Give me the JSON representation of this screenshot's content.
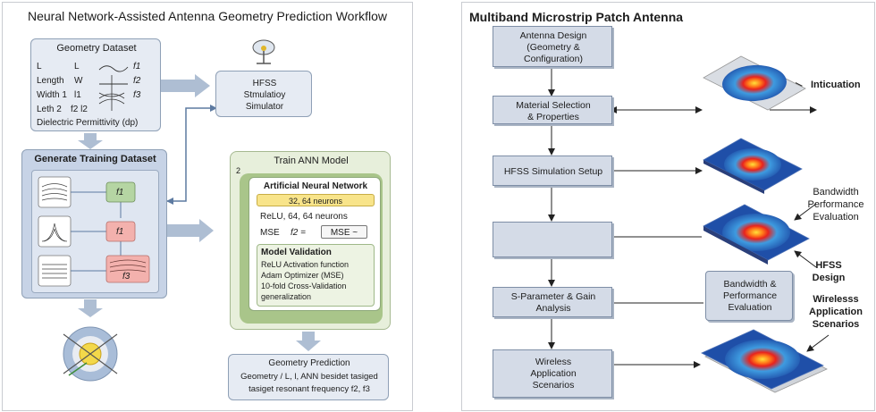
{
  "left": {
    "title": "Neural Network-Assisted Antenna Geometry Prediction Workflow",
    "dataset": {
      "title": "Geometry Dataset",
      "rows": [
        {
          "a": "L",
          "b": "L",
          "f": "f1"
        },
        {
          "a": "Length",
          "b": "W",
          "f": "f2"
        },
        {
          "a": "Width 1",
          "b": "l1",
          "f": "f3"
        },
        {
          "a": "Leth 2",
          "b": "f2 l2",
          "f": ""
        }
      ],
      "footer": "Dielectric Permittivity (dp)"
    },
    "hfss": {
      "line1": "HFSS",
      "line2": "Stmulatioy",
      "line3": "Simulator"
    },
    "generate": {
      "title": "Generate Training Dataset",
      "f_labels": [
        "f1",
        "f1",
        "f3"
      ]
    },
    "train": {
      "title": "Train ANN Model",
      "marker": "2",
      "ann_title": "Artificial Neural Network",
      "neurons": "32, 64 neurons",
      "relu": "ReLU, 64, 64 neurons",
      "mse_label": "MSE",
      "mse_eq": "f2 =",
      "mse_box": "MSE ~",
      "validation_title": "Model Validation",
      "validation_lines": [
        "ReLU Activation function",
        "Adam Optimizer (MSE)",
        "10-fold Cross-Validation",
        "generalization"
      ]
    },
    "prediction": {
      "title": "Geometry Prediction",
      "line1": "Geometry / L, l, ANN besidet tasiged",
      "line2": "tasiget resonant frequency f2, f3"
    }
  },
  "right": {
    "title": "Multiband Microstrip Patch Antenna",
    "steps": [
      {
        "lines": [
          "Antenna Design",
          "(Geometry &",
          "Configuration)"
        ]
      },
      {
        "lines": [
          "Material Selection",
          "& Properties"
        ]
      },
      {
        "lines": [
          "HFSS Simulation Setup"
        ]
      },
      {
        "lines": []
      },
      {
        "lines": [
          "S-Parameter & Gain",
          "Analysis"
        ]
      },
      {
        "lines": [
          "Wireless",
          "Application",
          "Scenarios"
        ]
      }
    ],
    "bandwidth_box": {
      "lines": [
        "Bandwidth &",
        "Performance",
        "Evaluation"
      ]
    },
    "labels": {
      "inticuation": "Inticuation",
      "bandwidth": [
        "Bandwidth",
        "Performance",
        "Evaluation"
      ],
      "hfss_design": [
        "HFSS",
        "Design"
      ],
      "wireless": [
        "Wirelesss",
        "Application",
        "Scenarios"
      ]
    }
  },
  "colors": {
    "box_fill": "#e6ebf3",
    "step_fill": "#d4dbe7",
    "arrow": "#aebed3",
    "green": "#dfe9cf",
    "yellow": "#f8e48a",
    "red": "#f3b1ad"
  }
}
